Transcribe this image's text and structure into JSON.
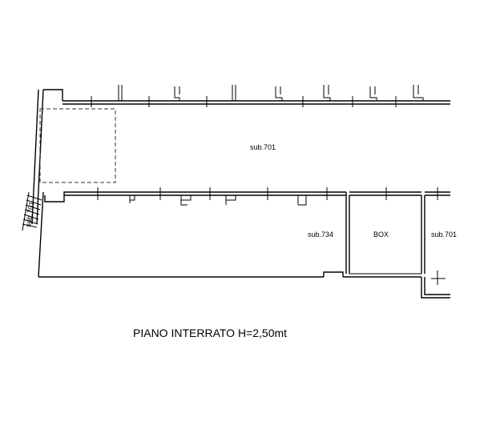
{
  "labels": {
    "sub701_main": "sub.701",
    "sub734": "sub.734",
    "box": "BOX",
    "sub701_right": "sub.701",
    "sub701_stair": "sub.701"
  },
  "title": "PIANO INTERRATO H=2,50mt"
}
